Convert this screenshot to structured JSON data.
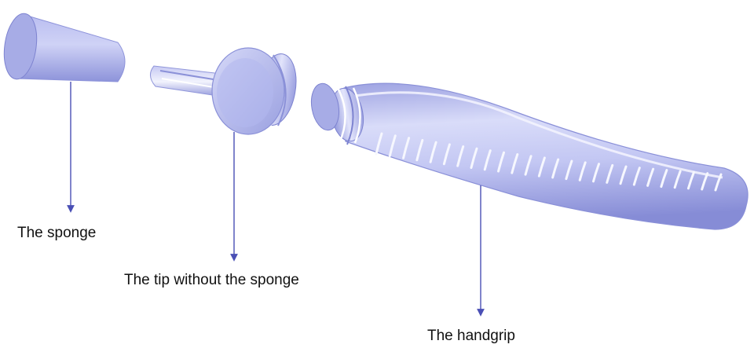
{
  "labels": {
    "sponge": "The sponge",
    "tip": "The tip without the sponge",
    "handgrip": "The handgrip"
  },
  "colors": {
    "body_light": "#e6e8fa",
    "body_mid": "#a9aee6",
    "body_dark": "#6c72c4",
    "arrow": "#4a4fb5",
    "text": "#111111"
  }
}
